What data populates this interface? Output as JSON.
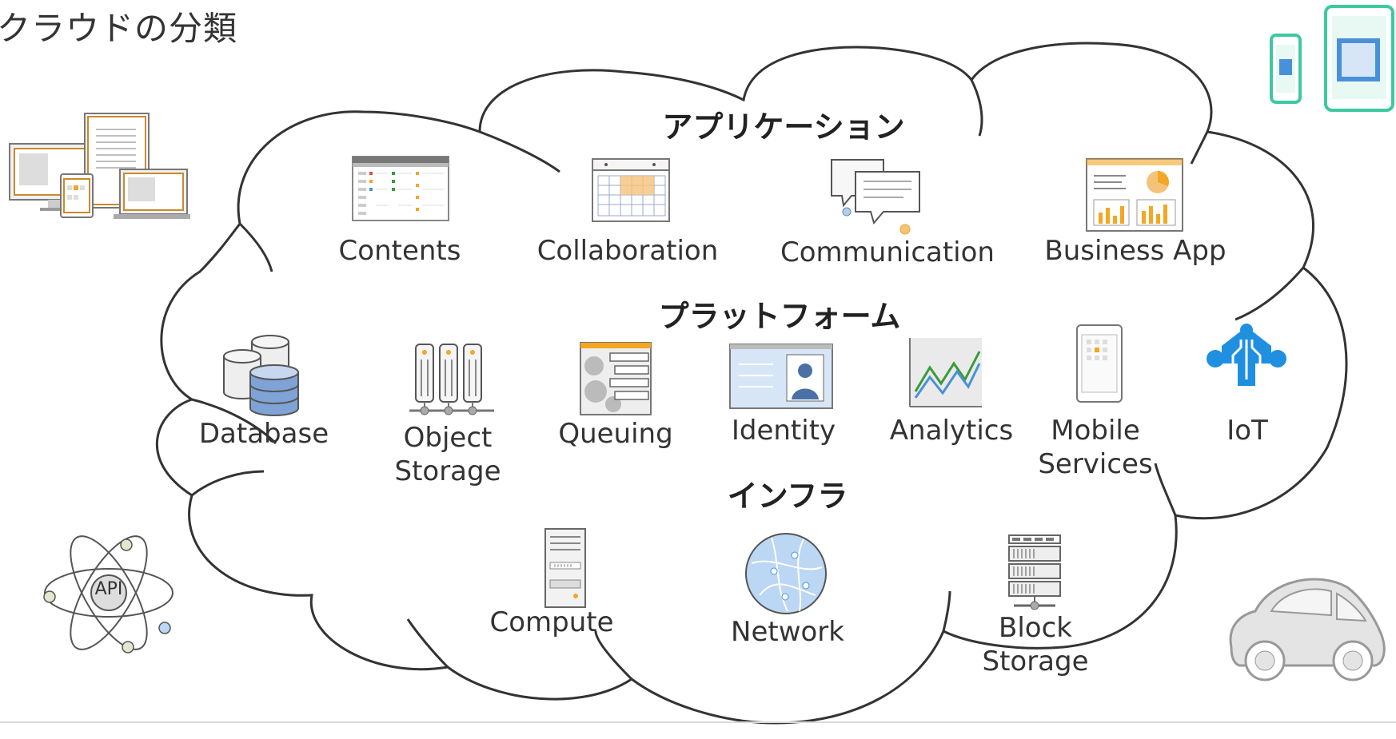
{
  "title": "クラウドの分類",
  "sections": {
    "application": "アプリケーション",
    "platform": "プラットフォーム",
    "infra": "インフラ"
  },
  "application_items": [
    "Contents",
    "Collaboration",
    "Communication",
    "Business App"
  ],
  "platform_items": [
    "Database",
    "Object\nStorage",
    "Queuing",
    "Identity",
    "Analytics",
    "Mobile\nServices",
    "IoT"
  ],
  "infra_items": [
    "Compute",
    "Network",
    "Block\nStorage"
  ],
  "decorations": {
    "api_label": "API"
  },
  "colors": {
    "orange": "#f5a623",
    "blue": "#4a90d9",
    "iot_blue": "#1f8fe0",
    "teal": "#3cc9a0",
    "outline": "#333333"
  }
}
